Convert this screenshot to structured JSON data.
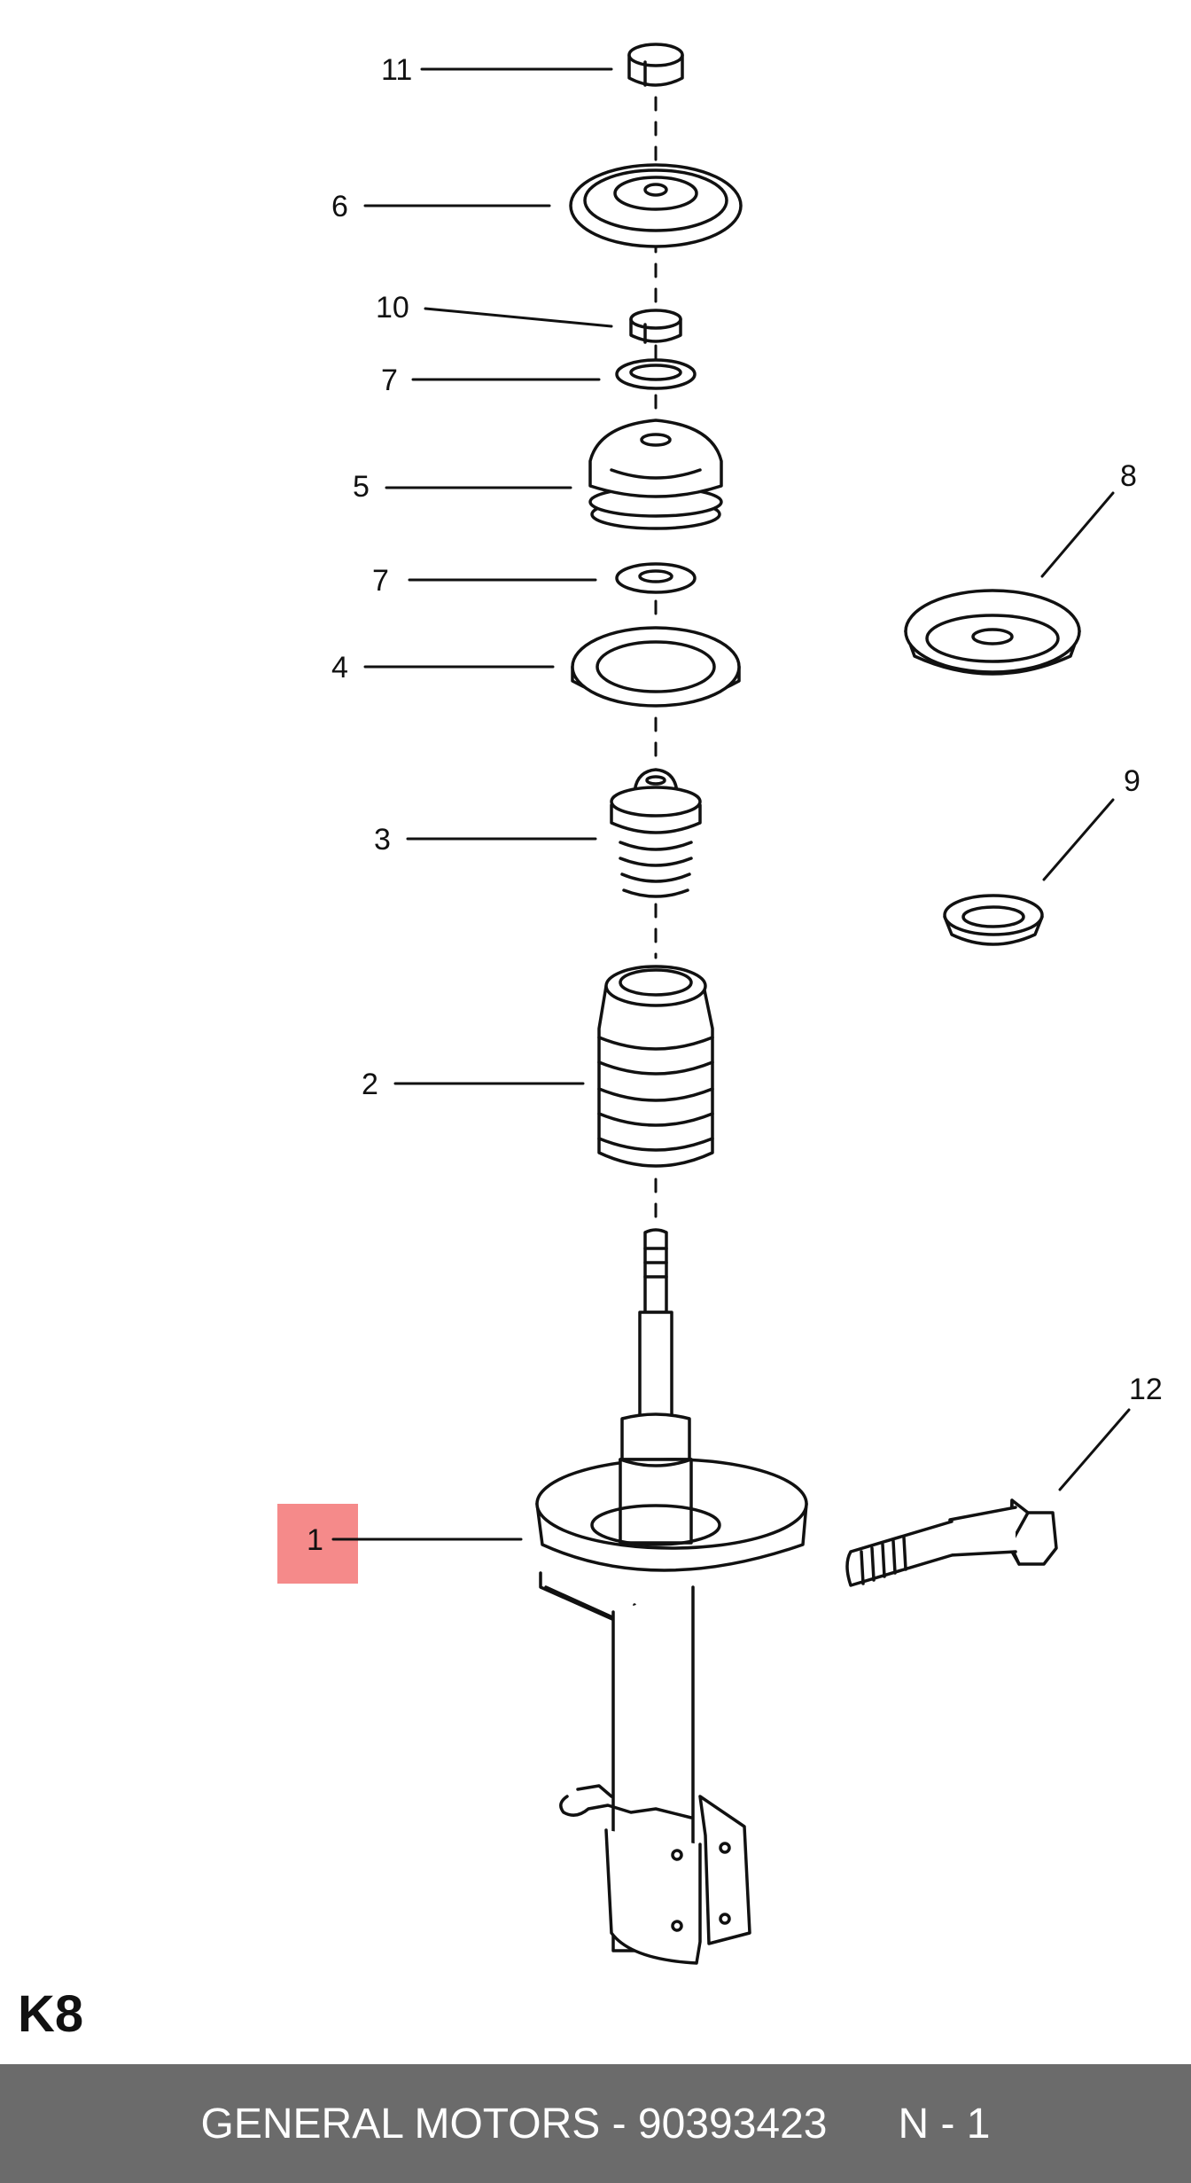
{
  "callouts": [
    "11",
    "6",
    "10",
    "7",
    "5",
    "7",
    "4",
    "3",
    "2",
    "8",
    "9",
    "12",
    "1"
  ],
  "highlighted_callout": "1",
  "section_code": "K8",
  "footer": {
    "brand_part": "GENERAL MOTORS - 90393423",
    "quantity": "N - 1"
  },
  "colors": {
    "highlight": "#f58a8a",
    "footer_bg": "#6b6b6b",
    "footer_text": "#ffffff",
    "line": "#111111"
  }
}
